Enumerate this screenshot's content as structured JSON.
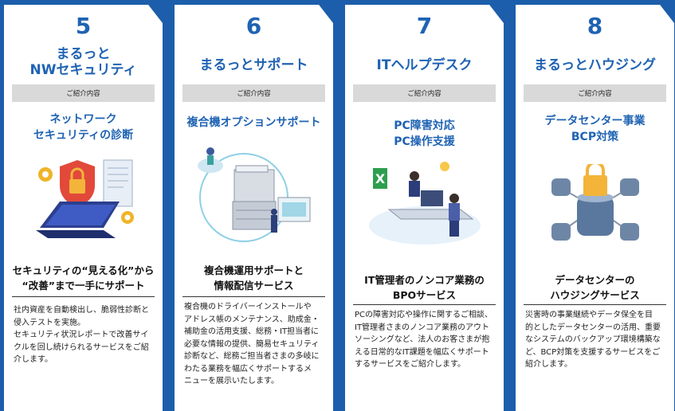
{
  "intro_label": "ご紹介内容",
  "cards": [
    {
      "number": "5",
      "title": "まるっと\nNWセキュリティ",
      "subtitle": "ネットワーク\nセキュリティの診断",
      "headline": "セキュリティの“見える化”から\n“改善”まで一手にサポート",
      "description": "社内資産を自動検出し、脆弱性診断と\n侵入テストを実施。\nセキュリティ状況レポートで改善サイ\nクルを回し続けられるサービスをご紹\n介します。"
    },
    {
      "number": "6",
      "title": "まるっとサポート",
      "subtitle": "複合機オプションサポート",
      "headline": "複合機運用サポートと\n情報配信サービス",
      "description": "複合機のドライバーインストールや\nアドレス帳のメンテナンス、助成金・\n補助金の活用支援、総務・IT担当者に\n必要な情報の提供、簡易セキュリティ\n診断など、総務ご担当者さまの多岐に\nわたる業務を幅広くサポートするメ\nニューを展示いたします。"
    },
    {
      "number": "7",
      "title": "ITヘルプデスク",
      "subtitle": "PC障害対応\nPC操作支援",
      "headline": "IT管理者のノンコア業務の\nBPOサービス",
      "description": "PCの障害対応や操作に関するご相談、\nIT管理者さまのノンコア業務のアウト\nソーシングなど、法人のお客さまが抱\nえる日常的なIT課題を幅広くサポート\nするサービスをご紹介します。"
    },
    {
      "number": "8",
      "title": "まるっとハウジング",
      "subtitle": "データセンター事業\nBCP対策",
      "headline": "データセンターの\nハウジングサービス",
      "description": "災害時の事業継続やデータ保全を目\n的としたデータセンターの活用、重要\nなシステムのバックアップ環境構築な\nど、BCP対策を支援するサービスをご\n紹介します。"
    }
  ]
}
